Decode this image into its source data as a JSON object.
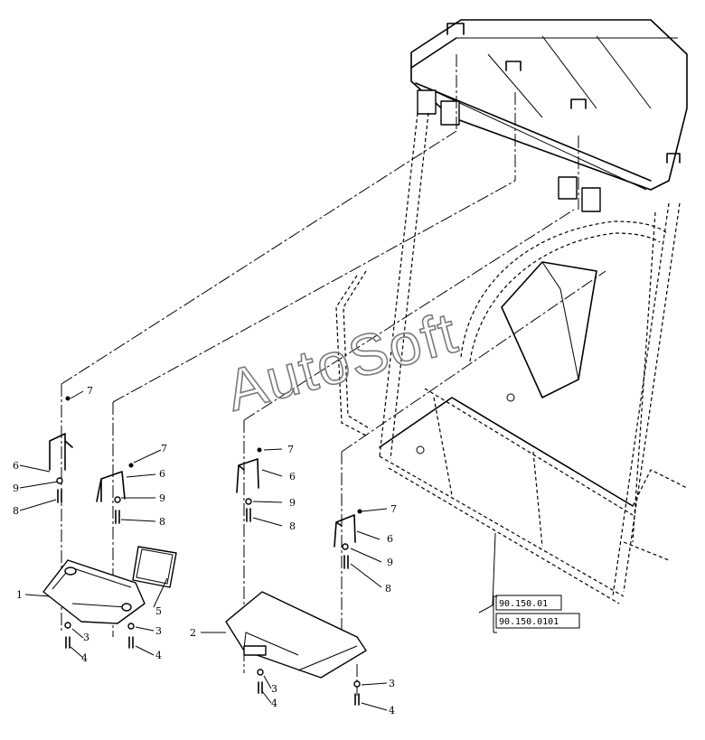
{
  "watermark": "AutoSoft",
  "callouts": [
    {
      "id": "c1",
      "text": "1"
    },
    {
      "id": "c2",
      "text": "2"
    },
    {
      "id": "c3a",
      "text": "3"
    },
    {
      "id": "c3b",
      "text": "3"
    },
    {
      "id": "c3c",
      "text": "3"
    },
    {
      "id": "c3d",
      "text": "3"
    },
    {
      "id": "c4a",
      "text": "4"
    },
    {
      "id": "c4b",
      "text": "4"
    },
    {
      "id": "c4c",
      "text": "4"
    },
    {
      "id": "c4d",
      "text": "4"
    },
    {
      "id": "c5",
      "text": "5"
    },
    {
      "id": "c6a",
      "text": "6"
    },
    {
      "id": "c6b",
      "text": "6"
    },
    {
      "id": "c6c",
      "text": "6"
    },
    {
      "id": "c6d",
      "text": "6"
    },
    {
      "id": "c7a",
      "text": "7"
    },
    {
      "id": "c7b",
      "text": "7"
    },
    {
      "id": "c7c",
      "text": "7"
    },
    {
      "id": "c7d",
      "text": "7"
    },
    {
      "id": "c8a",
      "text": "8"
    },
    {
      "id": "c8b",
      "text": "8"
    },
    {
      "id": "c8c",
      "text": "8"
    },
    {
      "id": "c8d",
      "text": "8"
    },
    {
      "id": "c9a",
      "text": "9"
    },
    {
      "id": "c9b",
      "text": "9"
    },
    {
      "id": "c9c",
      "text": "9"
    },
    {
      "id": "c9d",
      "text": "9"
    }
  ],
  "references": [
    "90.150.01",
    "90.150.0101"
  ]
}
